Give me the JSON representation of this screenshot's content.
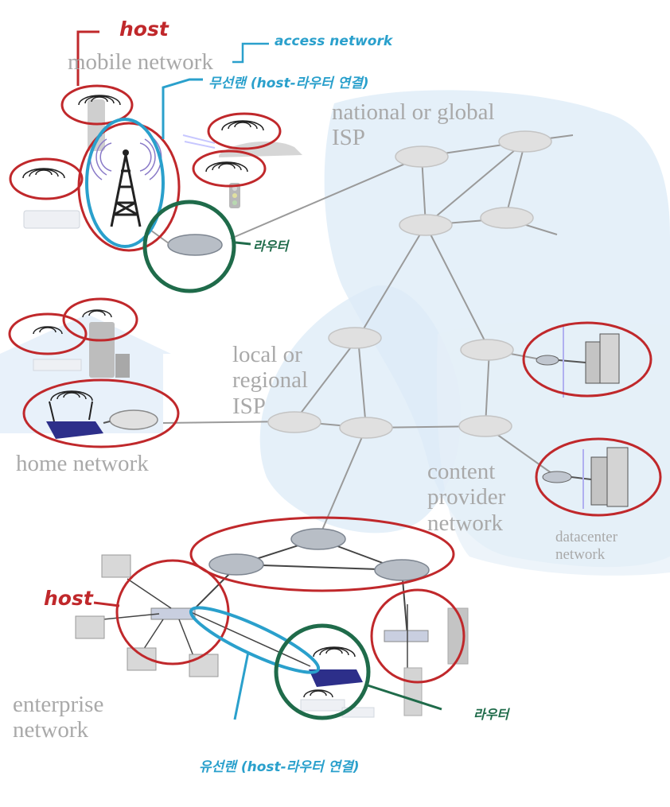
{
  "network_labels": {
    "mobile_network": "mobile network",
    "national_or_global_isp": "national or global\nISP",
    "local_or_regional_isp": "local or\nregional\nISP",
    "home_network": "home network",
    "content_provider_network": "content\nprovider\nnetwork",
    "datacenter_network": "datacenter\nnetwork",
    "enterprise_network": "enterprise\n      network"
  },
  "annotations": {
    "host_top": "host",
    "access_network": "access network",
    "wireless_lan": "무선랜 (host-라우터 연결)",
    "router_top": "라우터",
    "host_enterprise": "host",
    "router_bottom": "라우터",
    "wired_lan": "유선랜 (host-라우터 연결)"
  },
  "colors": {
    "label_gray": "#a9a9a9",
    "annotation_red": "#c0282b",
    "annotation_blue": "#2aa0cc",
    "annotation_green": "#1f6b4a",
    "isp_region_blue": "#dcebf7",
    "router_fill": "#e0e0e0",
    "router_fill_active": "#b8bec6"
  }
}
